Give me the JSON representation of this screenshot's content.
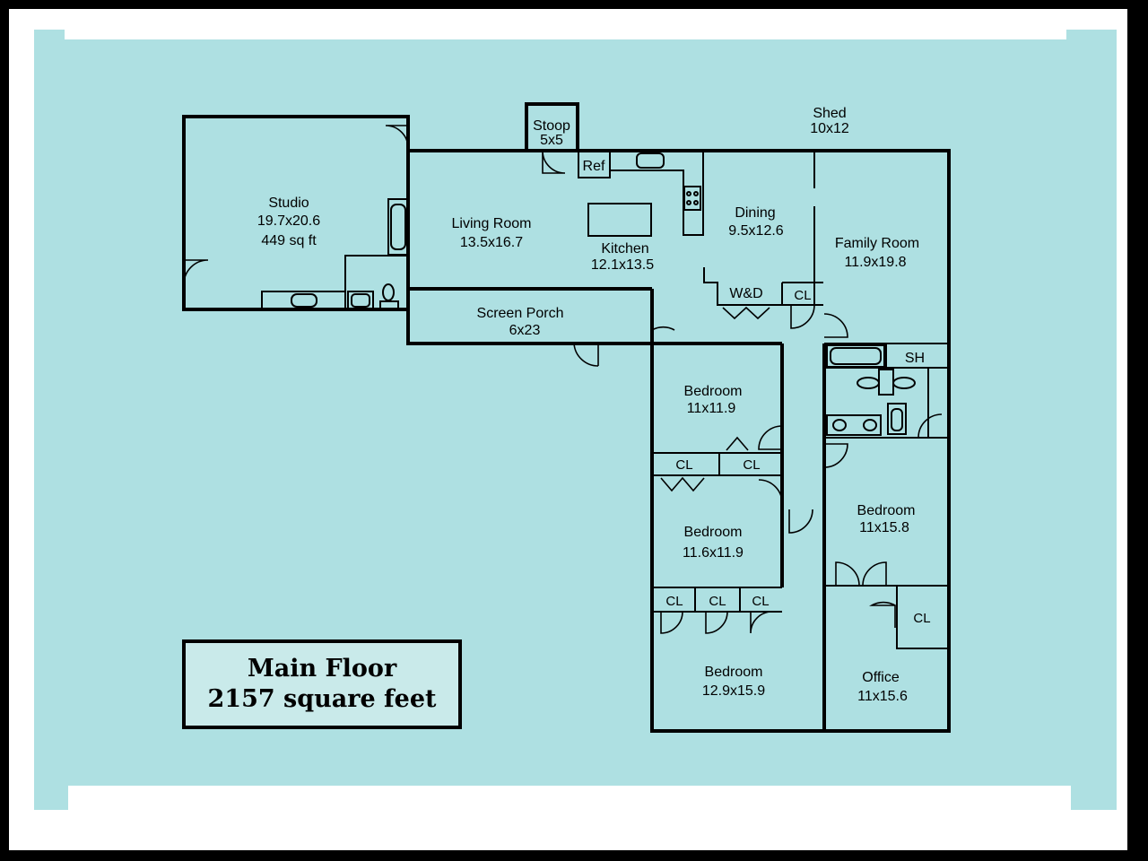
{
  "colors": {
    "background": "#aee0e2",
    "border": "#000000",
    "title_fill": "#c9eaea"
  },
  "title": {
    "line1": "Main Floor",
    "line2": "2157 square feet"
  },
  "rooms": {
    "studio": {
      "name": "Studio",
      "size": "19.7x20.6",
      "area": "449 sq ft"
    },
    "stoop": {
      "name": "Stoop",
      "size": "5x5"
    },
    "shed": {
      "name": "Shed",
      "size": "10x12"
    },
    "ref": {
      "name": "Ref"
    },
    "living": {
      "name": "Living Room",
      "size": "13.5x16.7"
    },
    "kitchen": {
      "name": "Kitchen",
      "size": "12.1x13.5"
    },
    "dining": {
      "name": "Dining",
      "size": "9.5x12.6"
    },
    "family": {
      "name": "Family Room",
      "size": "11.9x19.8"
    },
    "wd": {
      "name": "W&D"
    },
    "screen_porch": {
      "name": "Screen Porch",
      "size": "6x23"
    },
    "sh": {
      "name": "SH"
    },
    "bedroom1": {
      "name": "Bedroom",
      "size": "11x11.9"
    },
    "bedroom2": {
      "name": "Bedroom",
      "size": "11.6x11.9"
    },
    "bedroom3": {
      "name": "Bedroom",
      "size": "12.9x15.9"
    },
    "bedroom4": {
      "name": "Bedroom",
      "size": "11x15.8"
    },
    "office": {
      "name": "Office",
      "size": "11x15.6"
    }
  },
  "closet_label": "CL"
}
